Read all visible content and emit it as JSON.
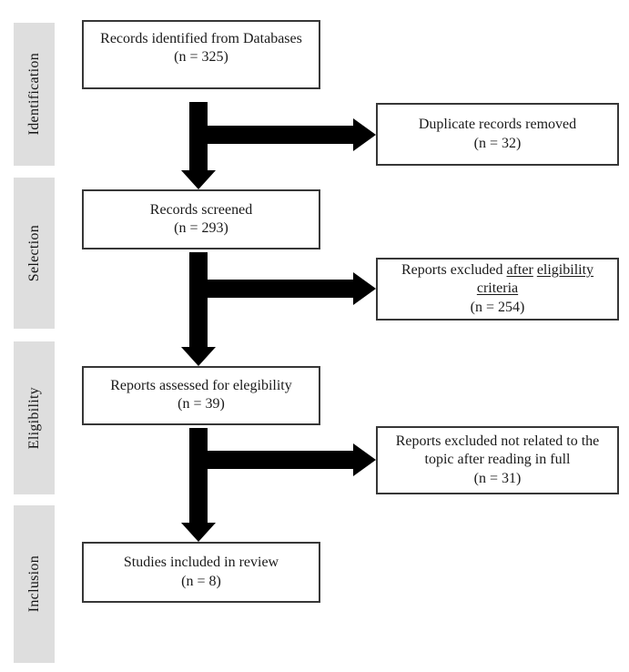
{
  "diagram": {
    "type": "prisma-flow",
    "colors": {
      "background": "#ffffff",
      "stage_bar": "#dedede",
      "box_border": "#373737",
      "arrow": "#000000",
      "text": "#1a1a1a"
    },
    "stages": [
      {
        "label": "Identification"
      },
      {
        "label": "Selection"
      },
      {
        "label": "Eligibility"
      },
      {
        "label": "Inclusion"
      }
    ],
    "main_boxes": [
      {
        "text": "Records identified from Databases",
        "count": "(n = 325)"
      },
      {
        "text": "Records screened",
        "count": "(n = 293)"
      },
      {
        "text": "Reports assessed for elegibility",
        "count": "(n = 39)"
      },
      {
        "text": "Studies included in review",
        "count": "(n = 8)"
      }
    ],
    "side_boxes": [
      {
        "segments": [
          {
            "text": "Duplicate records removed"
          }
        ],
        "count": "(n = 32)"
      },
      {
        "segments": [
          {
            "text": "Reports excluded "
          },
          {
            "text": "after",
            "underline": true
          },
          {
            "text": " "
          },
          {
            "text": "eligibility",
            "underline": true
          },
          {
            "text": " "
          },
          {
            "text": "criteria",
            "underline": true
          }
        ],
        "count": "(n = 254)"
      },
      {
        "segments": [
          {
            "text": "Reports excluded not related to the topic after reading in full"
          }
        ],
        "count": "(n = 31)"
      }
    ]
  }
}
